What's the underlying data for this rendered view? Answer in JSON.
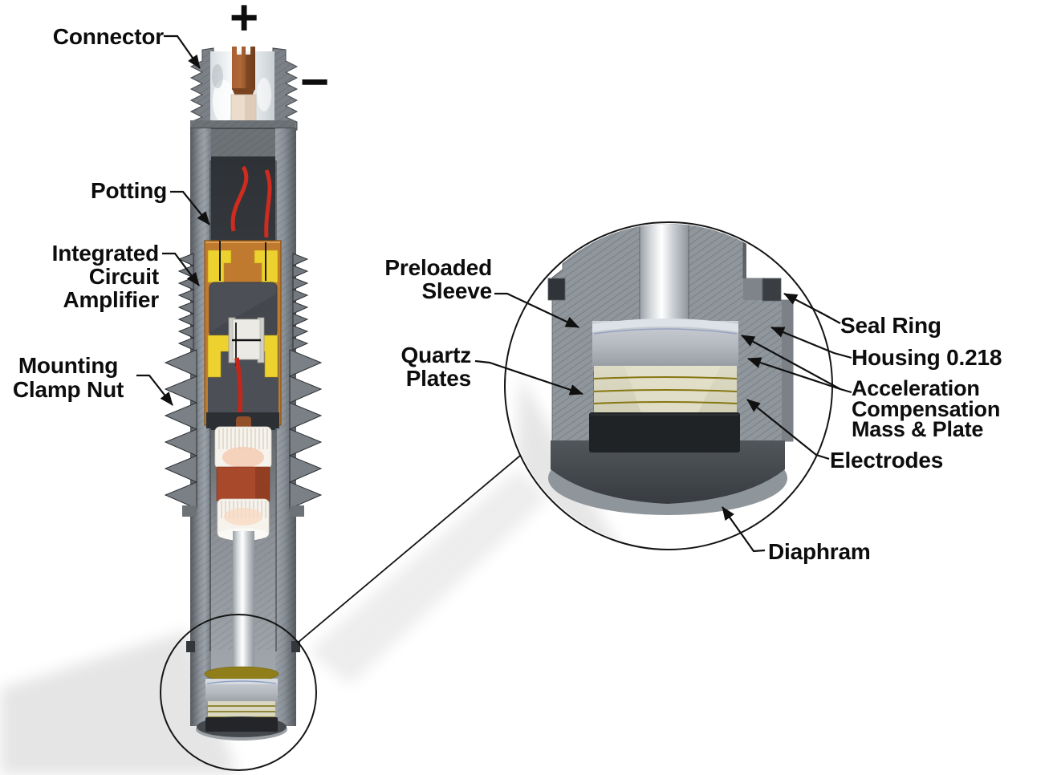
{
  "diagram": {
    "kind": "sensor-cutaway-diagram",
    "polarity": {
      "plus": "+",
      "minus": "−"
    },
    "labels": {
      "connector": "Connector",
      "potting": "Potting",
      "integrated_circuit_amplifier": "Integrated\nCircuit\nAmplifier",
      "mounting_clamp_nut": "Mounting\nClamp Nut",
      "preloaded_sleeve": "Preloaded\nSleeve",
      "quartz_plates": "Quartz\nPlates",
      "seal_ring": "Seal Ring",
      "housing": "Housing 0.218",
      "acceleration_compensation_mass_plate": "Acceleration\nCompensation\nMass & Plate",
      "electrodes": "Electrodes",
      "diaphram": "Diaphram"
    },
    "colors": {
      "label_text": "#0d0d0d",
      "metal_gray": "#8e959b",
      "wall_dark": "#565b60",
      "potting_charcoal": "#34383c",
      "amplifier_frame_orange": "#bf7a30",
      "amplifier_yellow": "#ecd12f",
      "chip_gray": "#4c5056",
      "wire_red": "#c62a1c",
      "connector_pin_copper": "#8a4c28",
      "insulator_white": "#f6f3ed",
      "rod_highlight": "#ffffff",
      "quartz_beige": "#d9d7c0",
      "electrode_gold": "#867612",
      "mass_black": "#222528",
      "diaphragm_gray": "#4b5054",
      "seal_ring_dark": "#33373b"
    }
  }
}
